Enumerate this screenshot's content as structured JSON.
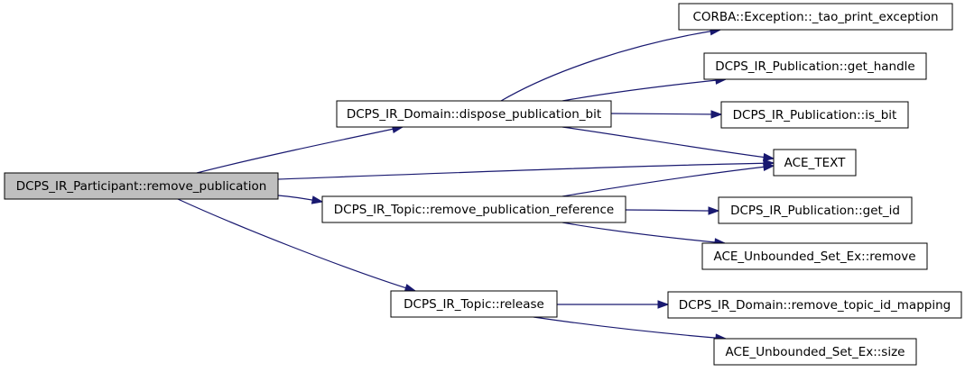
{
  "nodes": {
    "remove_publication": {
      "label": "DCPS_IR_Participant::remove_publication",
      "highlighted": true
    },
    "dispose_publication_bit": {
      "label": "DCPS_IR_Domain::dispose_publication_bit"
    },
    "remove_publication_reference": {
      "label": "DCPS_IR_Topic::remove_publication_reference"
    },
    "topic_release": {
      "label": "DCPS_IR_Topic::release"
    },
    "tao_print_exception": {
      "label": "CORBA::Exception::_tao_print_exception"
    },
    "get_handle": {
      "label": "DCPS_IR_Publication::get_handle"
    },
    "is_bit": {
      "label": "DCPS_IR_Publication::is_bit"
    },
    "ace_text": {
      "label": "ACE_TEXT"
    },
    "get_id": {
      "label": "DCPS_IR_Publication::get_id"
    },
    "set_remove": {
      "label": "ACE_Unbounded_Set_Ex::remove"
    },
    "remove_topic_id_mapping": {
      "label": "DCPS_IR_Domain::remove_topic_id_mapping"
    },
    "set_size": {
      "label": "ACE_Unbounded_Set_Ex::size"
    }
  },
  "edges": [
    {
      "from": "remove_publication",
      "to": "dispose_publication_bit"
    },
    {
      "from": "remove_publication",
      "to": "ace_text"
    },
    {
      "from": "remove_publication",
      "to": "remove_publication_reference"
    },
    {
      "from": "remove_publication",
      "to": "topic_release"
    },
    {
      "from": "dispose_publication_bit",
      "to": "tao_print_exception"
    },
    {
      "from": "dispose_publication_bit",
      "to": "get_handle"
    },
    {
      "from": "dispose_publication_bit",
      "to": "is_bit"
    },
    {
      "from": "dispose_publication_bit",
      "to": "ace_text"
    },
    {
      "from": "remove_publication_reference",
      "to": "ace_text"
    },
    {
      "from": "remove_publication_reference",
      "to": "get_id"
    },
    {
      "from": "remove_publication_reference",
      "to": "set_remove"
    },
    {
      "from": "topic_release",
      "to": "remove_topic_id_mapping"
    },
    {
      "from": "topic_release",
      "to": "set_size"
    }
  ],
  "colors": {
    "edge": "#191970",
    "node_fill": "#ffffff",
    "highlight_fill": "#bfbfbf",
    "border": "#000000"
  }
}
